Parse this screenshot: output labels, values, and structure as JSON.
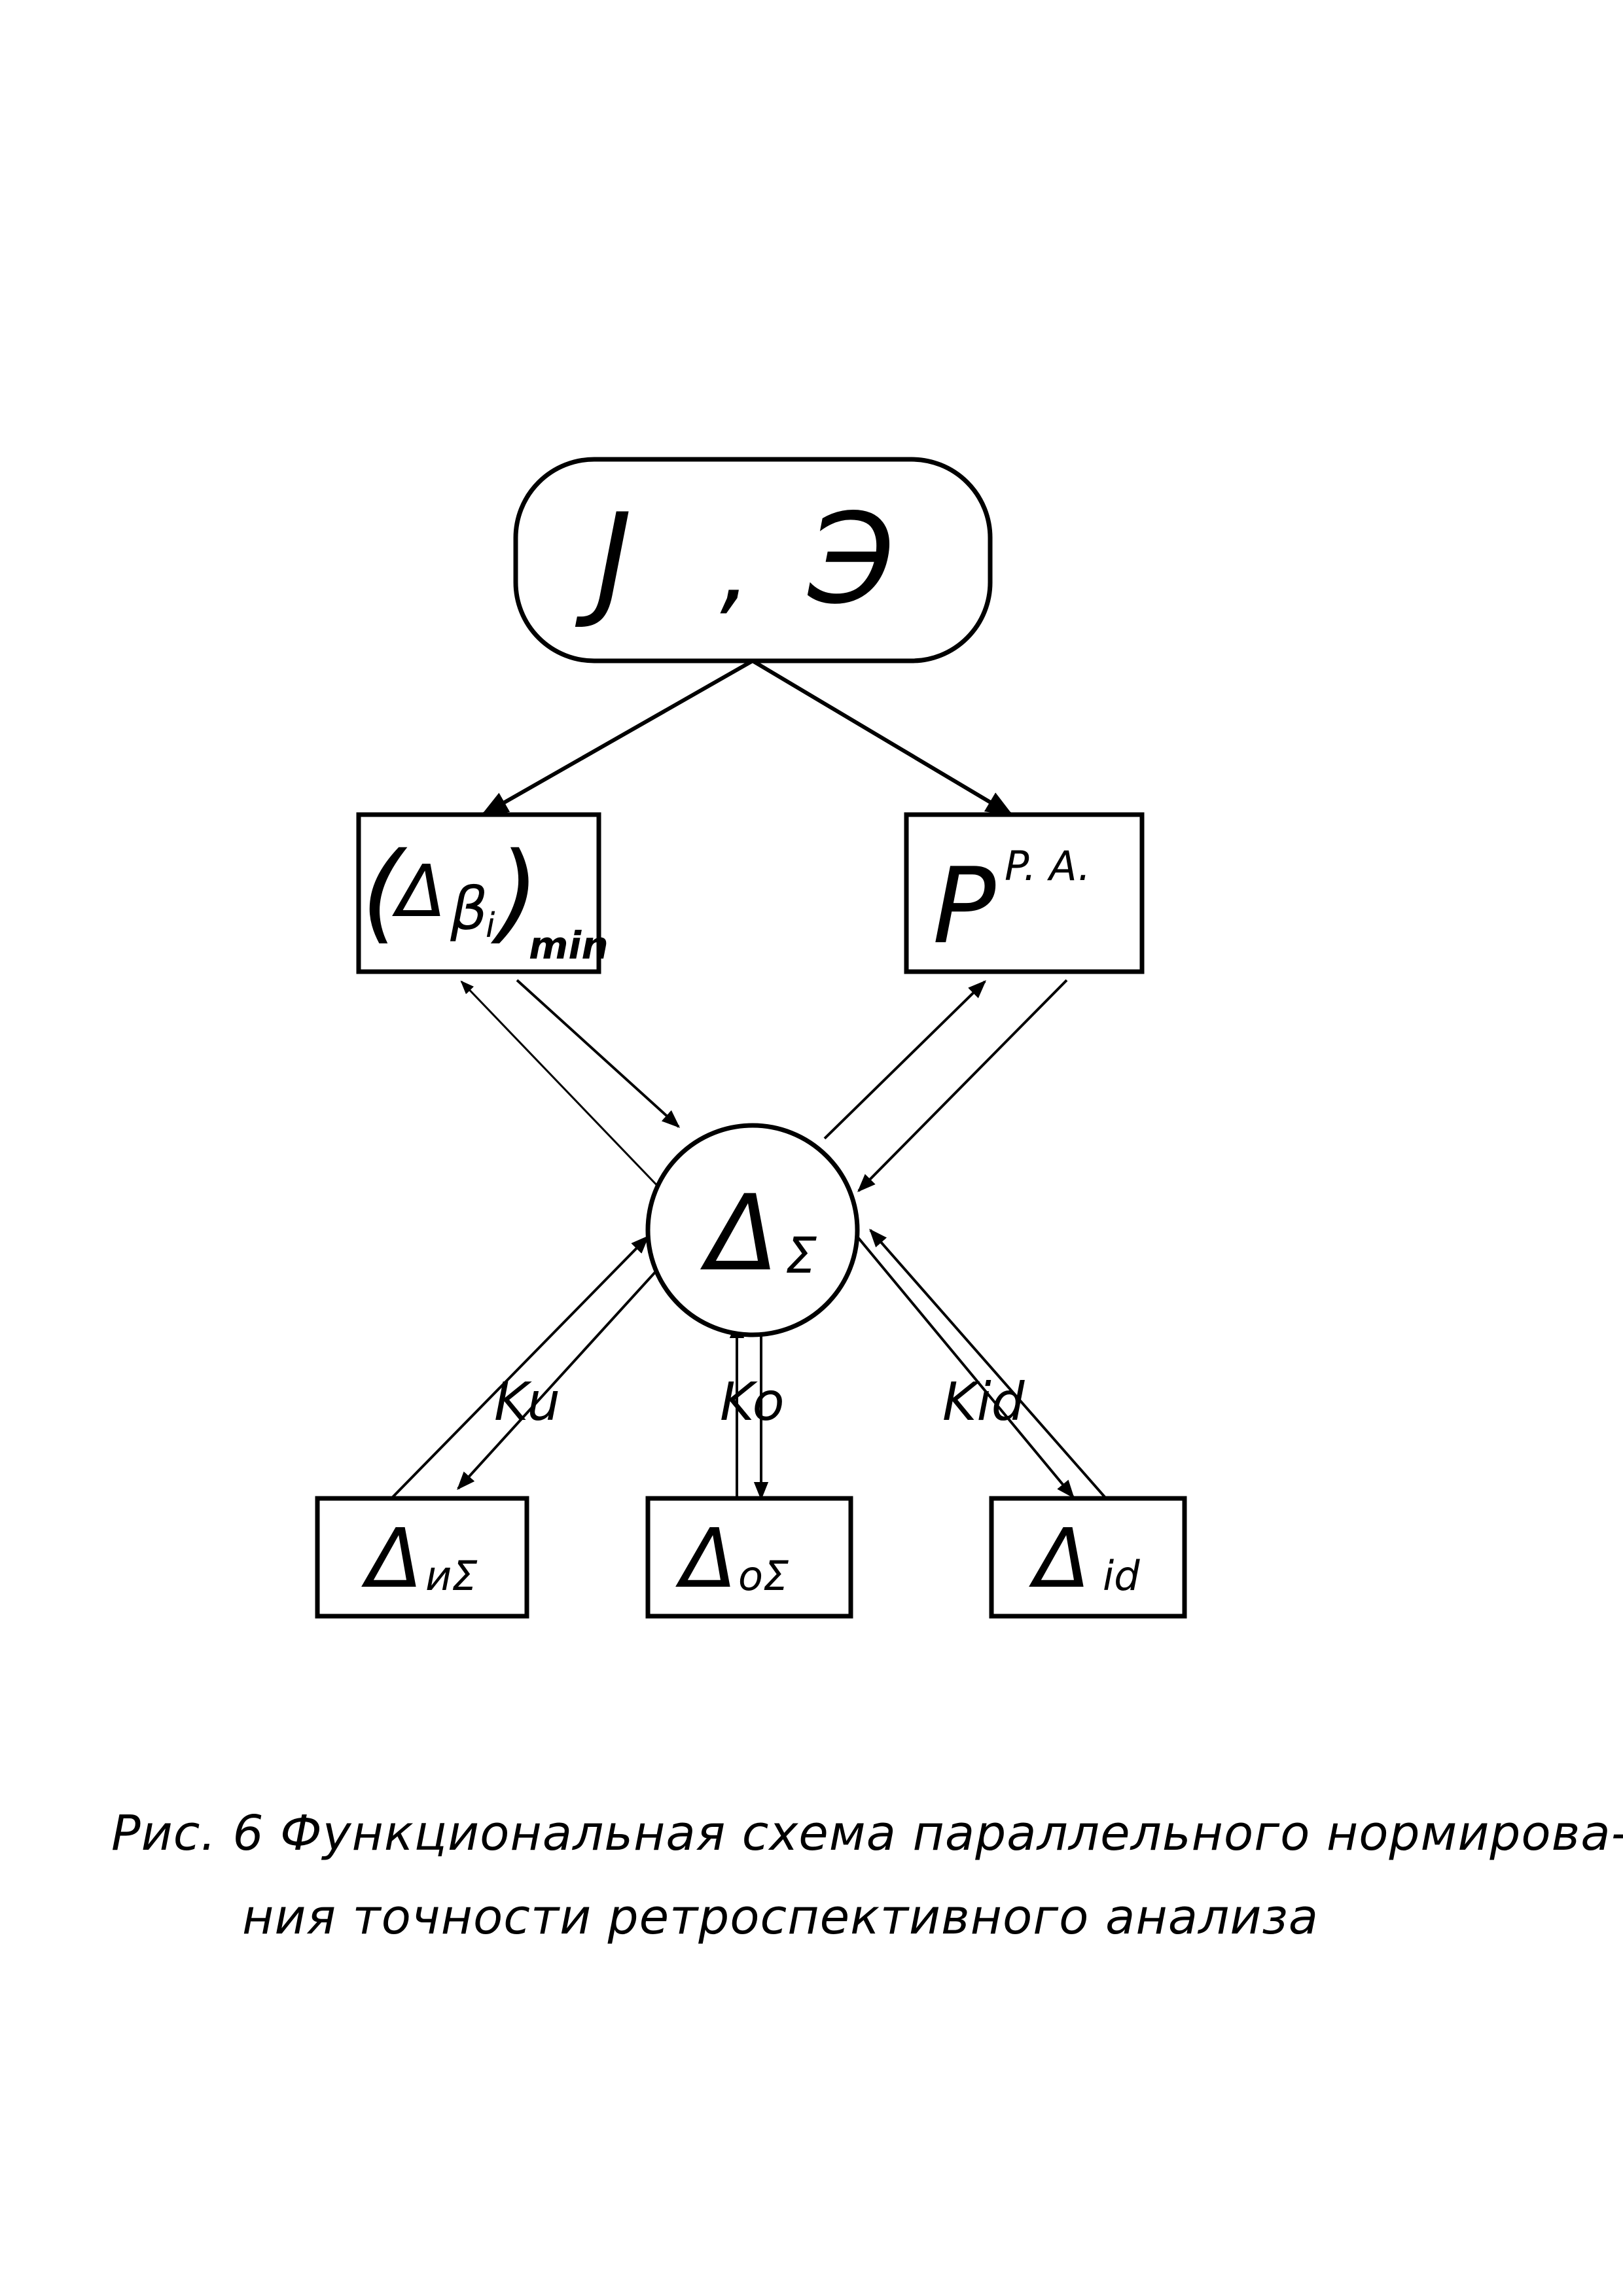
{
  "nodes": {
    "top": {
      "left": "Ј",
      "sep": ",",
      "right": "Э"
    },
    "delta_beta_min": {
      "open": "(",
      "delta": "Δ",
      "beta": "β",
      "i": "i",
      "close": ")",
      "sub": "min"
    },
    "p_ra": {
      "main": "P",
      "sup": "P. A."
    },
    "delta_sigma": {
      "delta": "Δ",
      "sub": "Σ"
    },
    "delta_u_sigma": {
      "delta": "Δ",
      "sub": "иΣ"
    },
    "delta_o_sigma": {
      "delta": "Δ",
      "sub": "оΣ"
    },
    "delta_id": {
      "delta": "Δ",
      "sub": "id"
    }
  },
  "edge_labels": {
    "ku": "Ku",
    "ko": "Ko",
    "kid": "Kid"
  },
  "caption": {
    "line1": "Рис. 6 Функциональная схема параллельного нормирова-",
    "line2": "ния точности ретроспективного анализа"
  }
}
